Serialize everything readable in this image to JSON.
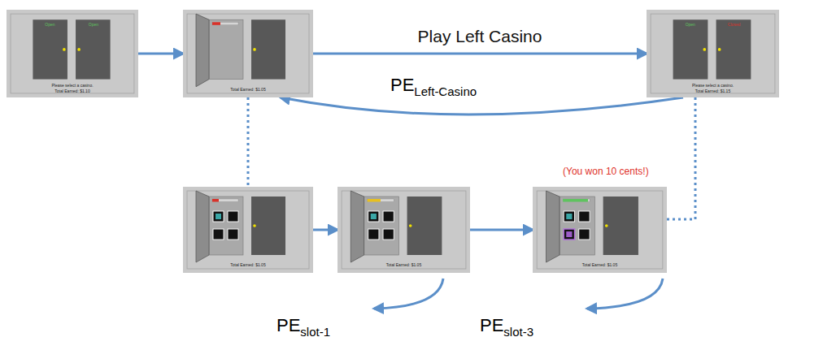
{
  "diagram": {
    "nodes": [
      {
        "text": [
          "Open",
          "Open",
          "Please select a casino.",
          "Total Earned: $1.10"
        ]
      },
      {
        "text": [
          "Total Earned: $1.05"
        ]
      },
      {
        "text": [
          "Open",
          "Closed",
          "Please select a casino.",
          "Total Earned: $1.15"
        ]
      },
      {
        "text": [
          "Total Earned: $1.05"
        ]
      },
      {
        "text": [
          "Total Earned: $1.05"
        ]
      },
      {
        "text": [
          "Total Earned: $1.05"
        ]
      }
    ],
    "edges": [
      {
        "from": 0,
        "to": 1,
        "arrow": "to"
      },
      {
        "from": 1,
        "to": 2,
        "label": "Play Left Casino",
        "arrow": "to"
      },
      {
        "from": 2,
        "to": 1,
        "label": "PE",
        "arrow": "to"
      },
      {
        "from": 1,
        "to": 3,
        "arrow": "none"
      },
      {
        "from": 2,
        "to": 5,
        "arrow": "none"
      },
      {
        "from": 3,
        "to": 4,
        "arrow": "to"
      },
      {
        "from": 4,
        "to": 5,
        "arrow": "to"
      }
    ],
    "labels": [
      "Left-Casino",
      "(You won 10 cents!)",
      "PE",
      "slot-1",
      "PE",
      "slot-3"
    ]
  }
}
